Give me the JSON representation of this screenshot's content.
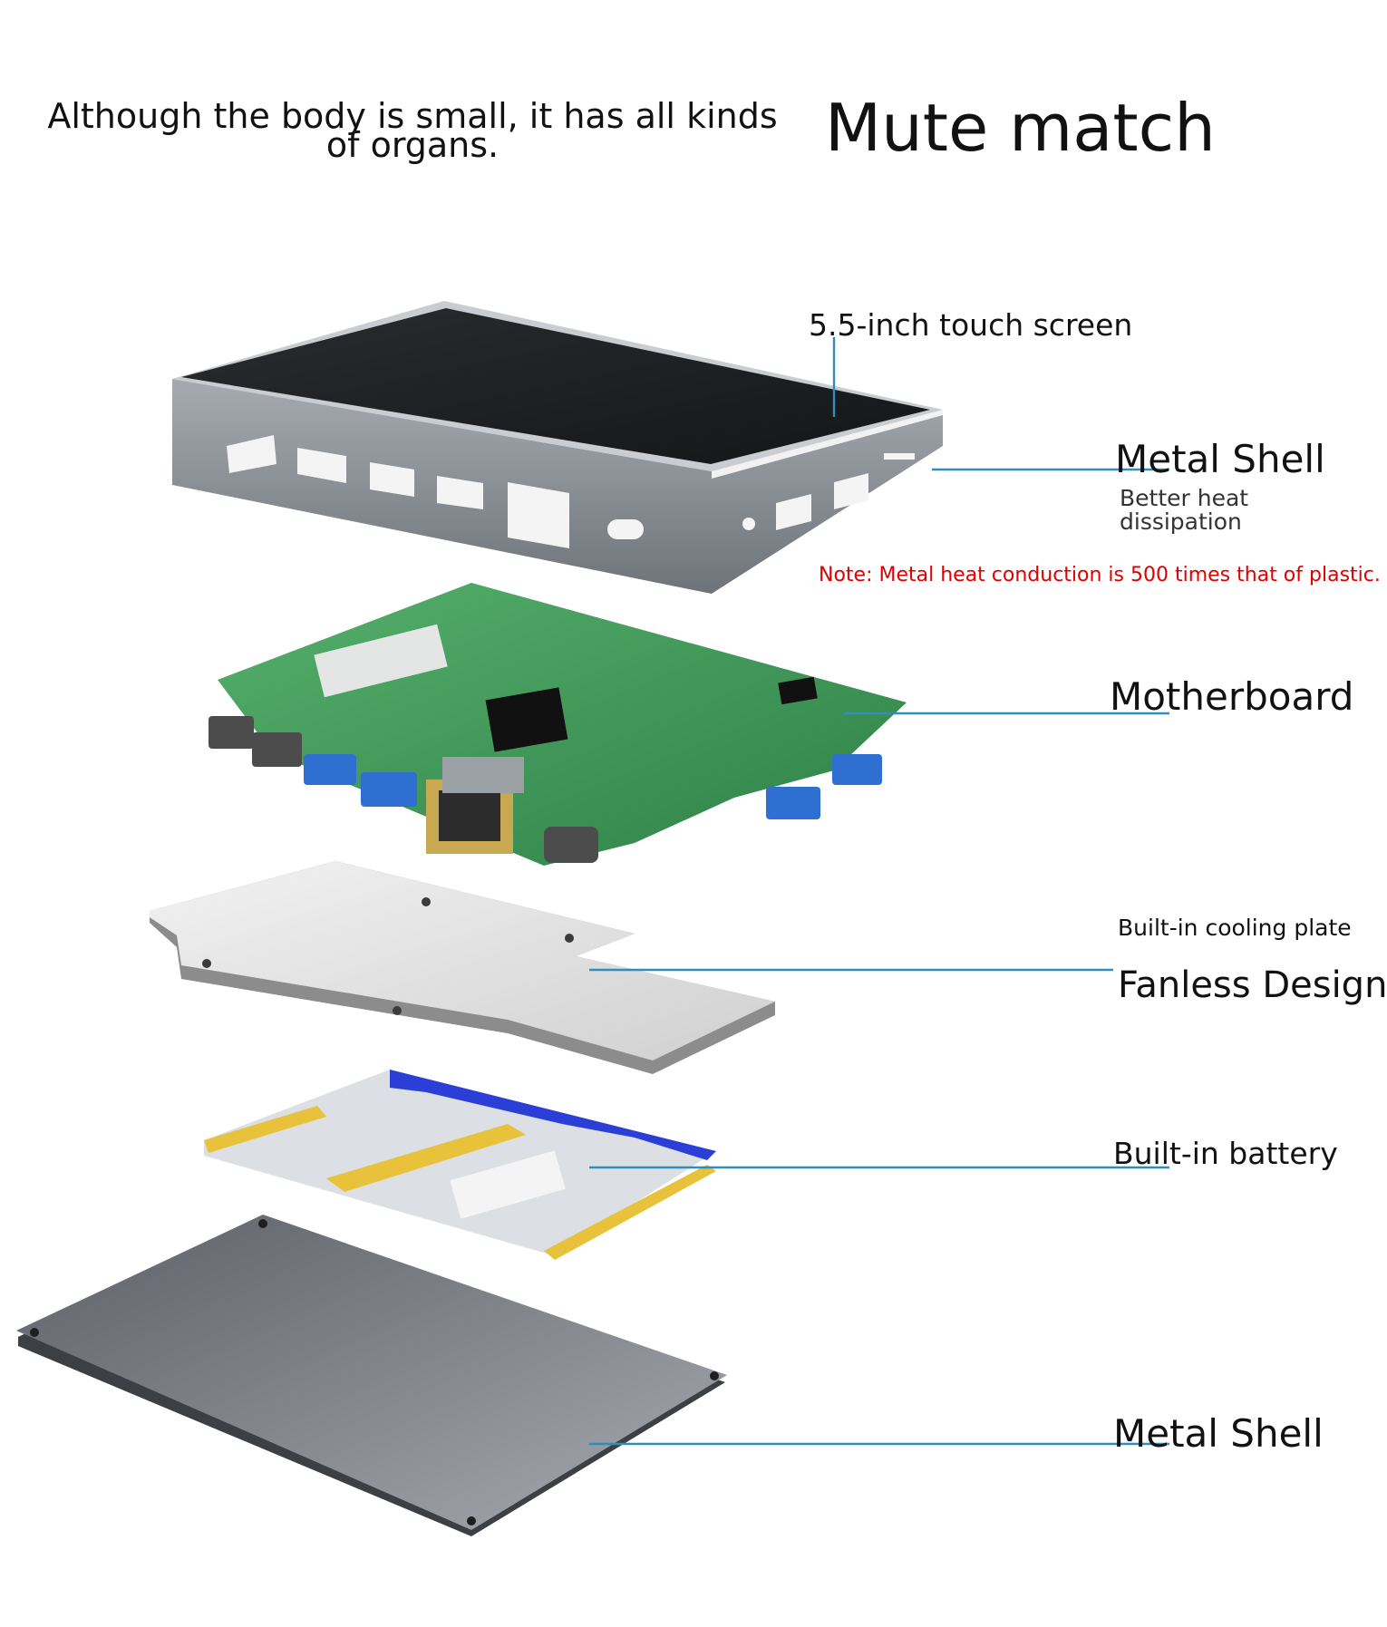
{
  "header": {
    "tagline": "Although the body is small, it has all kinds of organs.",
    "title": "Mute match"
  },
  "components": {
    "screen": {
      "label": "5.5-inch touch screen"
    },
    "top_shell": {
      "label": "Metal Shell",
      "sub": "Better heat dissipation",
      "note": "Note: Metal heat conduction is 500 times that of plastic."
    },
    "motherboard": {
      "label": "Motherboard"
    },
    "cooling": {
      "top": "Built-in cooling plate",
      "label": "Fanless Design"
    },
    "battery": {
      "label": "Built-in battery"
    },
    "bottom_shell": {
      "label": "Metal Shell"
    }
  },
  "colors": {
    "leader_line": "#2f8fb8",
    "note": "#e00000",
    "shell": "#8d9299",
    "screen": "#1d1f22",
    "pcb": "#3f9c58",
    "plate": "#e4e4e4",
    "battery_tape": "#2b3fd6",
    "battery_band": "#e7c23a"
  }
}
